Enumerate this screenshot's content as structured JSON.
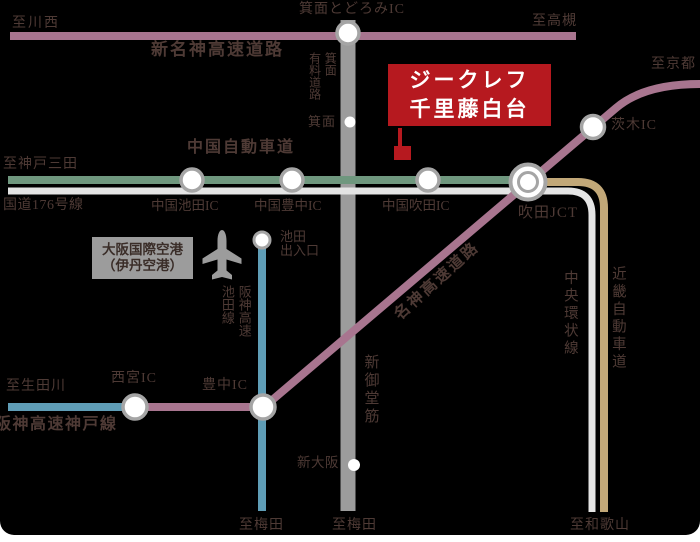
{
  "colors": {
    "purple": "#a8758f",
    "green": "#6f977e",
    "white_road": "#e4e4e4",
    "tan": "#c2a878",
    "gray_road": "#9c9c9c",
    "blue": "#5f9db6",
    "ring": "#a5a5a5",
    "label": "#4e3a35",
    "marker_red": "#b6191f",
    "airport_gray": "#9c9c9c",
    "panel_bg": "#000000"
  },
  "property": {
    "name_line1": "ジークレフ",
    "name_line2": "千里藤白台"
  },
  "labels": {
    "to_kawanishi": "至川西",
    "shin_meishin": "新名神高速道路",
    "minoh_todoromi_ic": "箕面とどろみIC",
    "to_takatsuki": "至高槻",
    "to_kyoto": "至京都",
    "ibaraki_ic": "茨木IC",
    "minoh_toll_road": "箕面\n有料道路",
    "minoh": "箕面",
    "chugoku_expwy": "中国自動車道",
    "to_kobe_sanda": "至神戸三田",
    "route_176": "国道176号線",
    "chugoku_ikeda_ic": "中国池田IC",
    "chugoku_toyonaka_ic": "中国豊中IC",
    "chugoku_suita_ic": "中国吹田IC",
    "suita_jct": "吹田JCT",
    "osaka_airport": "大阪国際空港\n（伊丹空港）",
    "ikeda_exit": "池田\n出入口",
    "hanshin_ikeda_line": "阪神高速\n池田線",
    "meishin_expwy": "名神高速道路",
    "shin_midosuji": "新御堂筋",
    "chuo_kanjo": "中央環状線",
    "kinki_expwy": "近畿自動車道",
    "to_ikutagawa": "至生田川",
    "nishinomiya_ic": "西宮IC",
    "toyonaka_ic": "豊中IC",
    "hanshin_kobe_line": "阪神高速神戸線",
    "shin_osaka": "新大阪",
    "to_umeda_hanshin": "至梅田",
    "to_umeda_midosuji": "至梅田",
    "to_wakayama": "至和歌山"
  }
}
